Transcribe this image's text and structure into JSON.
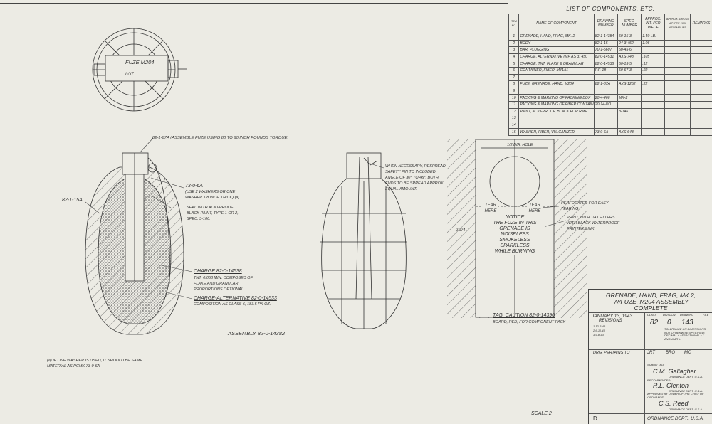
{
  "components": {
    "title": "LIST OF COMPONENTS, ETC.",
    "headers": {
      "item": "ITEM NO.",
      "name": "NAME OF COMPONENT",
      "drawing": "DRAWING NUMBER",
      "spec": "SPEC. NUMBER",
      "wt_piece": "APPROX. WT. PER PIECE",
      "gross_wt": "APPROX. GROSS WT. PER 1000 ASSEMBLIES",
      "remarks": "REMARKS"
    },
    "rows": [
      {
        "item": "1",
        "name": "GRENADE, HAND, FRAG, MK. 2",
        "drawing": "82-1-14384",
        "spec": "50-15-3",
        "wt": "1.40 LB.",
        "gross": ""
      },
      {
        "item": "2",
        "name": "BODY",
        "drawing": "82-1-15",
        "spec": "94-3-452",
        "wt": "1.06",
        "gross": ""
      },
      {
        "item": "3",
        "name": "BAR, PLUGGING",
        "drawing": "70-1-5607",
        "spec": "50-45-6",
        "wt": "",
        "gross": ""
      },
      {
        "item": "4",
        "name": "CHARGE, ALTERNATIVE (MP AS 3) 450",
        "drawing": "82-0-14531",
        "spec": "AXS-748",
        "wt": ".105",
        "gross": ""
      },
      {
        "item": "5",
        "name": "CHARGE, TNT, FLAKE & GRANULAR",
        "drawing": "82-0-14538",
        "spec": "50-13-5",
        "wt": ".12",
        "gross": ""
      },
      {
        "item": "6",
        "name": "CONTAINER, FIBER, M41A1",
        "drawing": "P.F. 18",
        "spec": "50-67-3",
        "wt": ".22",
        "gross": ""
      },
      {
        "item": "7",
        "name": "",
        "drawing": "",
        "spec": "",
        "wt": "",
        "gross": ""
      },
      {
        "item": "8",
        "name": "FUZE, GRENADE, HAND, M204",
        "drawing": "82-1-87A",
        "spec": "AXS-1252",
        "wt": ".22",
        "gross": ""
      },
      {
        "item": "9",
        "name": "",
        "drawing": "",
        "spec": "",
        "wt": "",
        "gross": ""
      },
      {
        "item": "10",
        "name": "PACKING & MARKING OF PACKING BOX",
        "drawing": "20-4-466",
        "spec": "MK-2",
        "wt": "",
        "gross": ""
      },
      {
        "item": "11",
        "name": "PACKING & MARKING OF FIBER CONTAINER",
        "drawing": "20-14-8/0",
        "spec": "",
        "wt": "",
        "gross": ""
      },
      {
        "item": "12",
        "name": "PAINT, ACID-PROOF, BLACK FOR RMH.",
        "drawing": "",
        "spec": "3-146",
        "wt": "",
        "gross": ""
      },
      {
        "item": "13",
        "name": "",
        "drawing": "",
        "spec": "",
        "wt": "",
        "gross": ""
      },
      {
        "item": "14",
        "name": "",
        "drawing": "",
        "spec": "",
        "wt": "",
        "gross": ""
      },
      {
        "item": "15",
        "name": "WASHER, FIBER, VULCANIZED",
        "drawing": "73-0-6A",
        "spec": "AXS-643",
        "wt": "",
        "gross": ""
      }
    ]
  },
  "labels": {
    "fuze_text": "FUZE M204",
    "lot_text": "LOT",
    "fuze_note": "82-1-87A (ASSEMBLE FUZE USING 80 TO 90 INCH POUNDS TORQUE)",
    "washer_ref": "73-0-6A",
    "washer_note": "(USE 2 WASHERS OR ONE WASHER 1/8 INCH THICK) (a)",
    "seal_note": "SEAL WITH ACID-PROOF BLACK PAINT, TYPE 1 OR 2, SPEC. 3-106.",
    "body_ref": "82-1-15A",
    "charge_note": "CHARGE 82-0-14538",
    "charge_sub": "TNT, 0.058 MIN. COMPOSED OF FLAKE AND GRANULAR PROPORTIONS OPTIONAL",
    "alt_note": "CHARGE-ALTERNATIVE 82-0-14533",
    "alt_sub": "COMPOSITION AS CLASS 6, 183.5 PK OZ.",
    "assembly_label": "ASSEMBLY 82-0-14382",
    "footnote": "(a) IF ONE WASHER IS USED, IT SHOULD BE SAME MATERIAL AS PCMK 73-0-6A.",
    "pin_note": "WHEN NECESSARY, RESPREAD SAFETY PIN TO INCLUDED ANGLE OF 30° TO 45°. BOTH ENDS TO BE SPREAD APPROX. EQUAL AMOUNT.",
    "tag_dim": "1/2 DIA. HOLE",
    "tear_here": "TEAR HERE",
    "tear_here2": "TEAR HERE",
    "perforate": "PERFORATED FOR EASY TEARING",
    "print_note": "PRINT WITH 1/4 LETTERS WITH BLACK WATERPROOF PRINTERS INK",
    "notice": [
      "NOTICE",
      "THE FUZE IN THIS",
      "GRENADE IS",
      "NOISELESS",
      "SMOKELESS",
      "SPARKLESS",
      "WHILE BURNING"
    ],
    "tag_dim_side": "2 3/4",
    "tag_caption": "TAG, CAUTION 82-0-14390",
    "tag_caption_sub": "BOARD, RED, FOR COMPONENT PACK",
    "scale": "SCALE 2"
  },
  "title_block": {
    "title": [
      "GRENADE, HAND, FRAG, MK 2,",
      "W/FUZE, M204 ASSEMBLY",
      "COMPLETE"
    ],
    "date": "JANUARY 13, 1943",
    "class_label": "CLASS",
    "division_label": "DIVISION",
    "drawing_label": "DRAWING",
    "file_label": "FILE",
    "class": "82",
    "division": "0",
    "drawing": "143",
    "revisions_label": "REVISIONS",
    "revisions": [
      "1  12-3-43",
      "2  6-11-43",
      "3  9-8-43"
    ],
    "tolerance": "TOLERANCE ON DIMENSIONS NOT OTHERWISE SPECIFIED: DECIMAL ± / FRACTIONAL ± / ANGULAR ±",
    "drg_pertains": "DRG. PERTAINS TO",
    "drawn": "JRT",
    "checked": "BRO",
    "traced": "MC",
    "sub_label": "SUBMITTED:",
    "sig1": "C.M. Gallagher",
    "sig1_org": "ORDNANCE DEPT. U.S.A.",
    "rec_label": "RECOMMENDED:",
    "sig2": "R.L. Clenton",
    "sig2_org": "ORDNANCE DEPT. U.S.A.",
    "approved": "APPROVED BY ORDER OF THE CHIEF OF ORDNANCE:",
    "sig3": "C.S. Reed",
    "sig3_org": "ORDNANCE DEPT. U.S.A.",
    "letter": "D",
    "dept": "ORDNANCE DEPT., U.S.A."
  },
  "colors": {
    "paper": "#ecebe4",
    "ink": "#2b2b2b"
  }
}
